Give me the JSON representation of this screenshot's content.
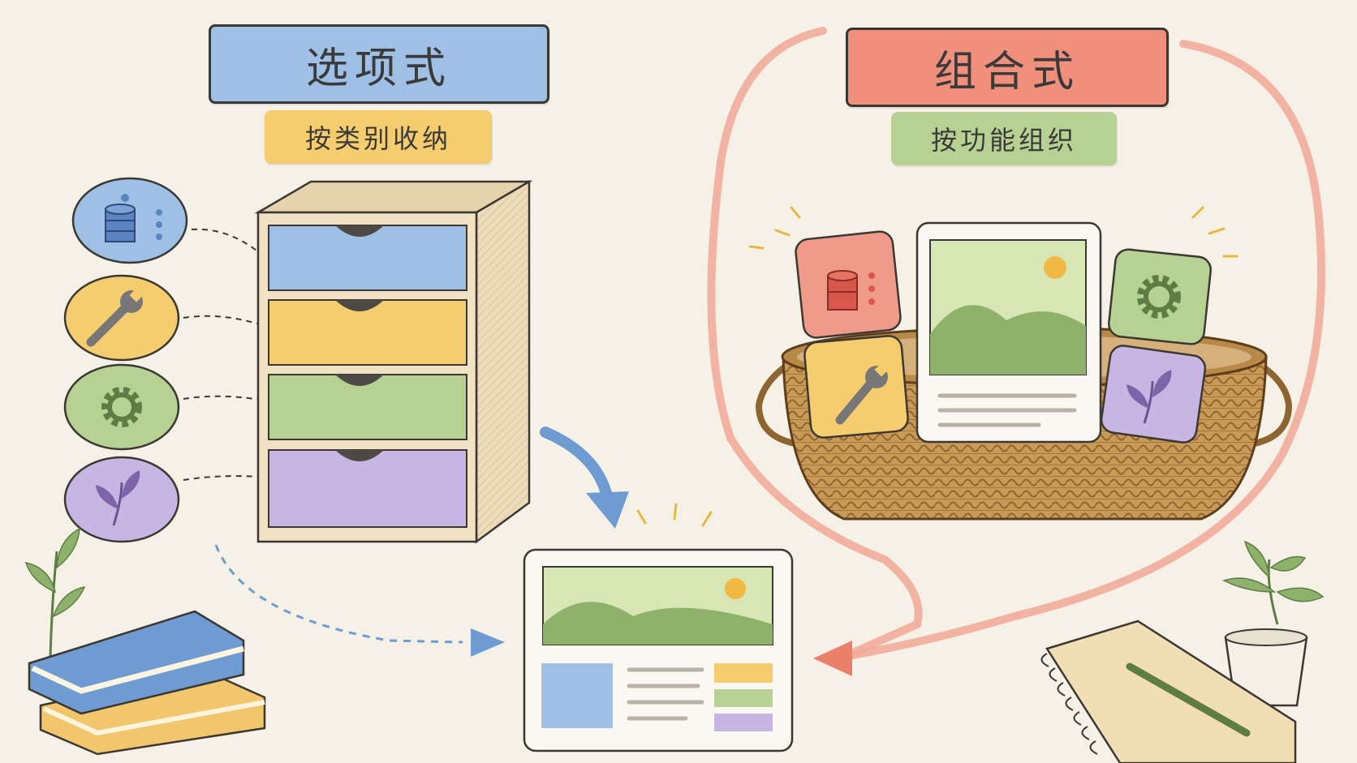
{
  "left_panel": {
    "title": "选项式",
    "subtitle": "按类别收纳",
    "icons": [
      "database-icon",
      "wrench-icon",
      "gear-icon",
      "leaf-icon"
    ]
  },
  "right_panel": {
    "title": "组合式",
    "subtitle": "按功能组织",
    "icons": [
      "database-icon",
      "wrench-icon",
      "gear-icon",
      "leaf-icon"
    ]
  },
  "colors": {
    "blue": "#9ec0e4",
    "yellow": "#f6cd6e",
    "green": "#b7d193",
    "purple": "#c7b5e3",
    "red": "#ef8f7c",
    "paper": "#f6f1e6"
  }
}
